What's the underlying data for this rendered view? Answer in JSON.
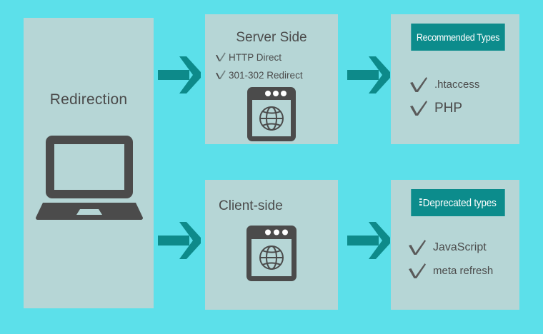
{
  "colors": {
    "background": "#5ce0ea",
    "panel": "#b6d6d6",
    "banner": "#0c8c8c",
    "arrow": "#0d8a8a",
    "icon": "#4b4b4b",
    "text": "#4b4b4b"
  },
  "source": {
    "title": "Redirection",
    "icon": "laptop-icon"
  },
  "branches": [
    {
      "title": "Server Side",
      "icon": "browser-globe-icon",
      "items": [
        "HTTP Direct",
        "301-302 Redirect"
      ],
      "result": {
        "banner": "Recommended Types",
        "items": [
          ".htaccess",
          "PHP"
        ]
      }
    },
    {
      "title": "Client-side",
      "icon": "browser-globe-icon",
      "items": [],
      "result": {
        "banner": "Deprecated types",
        "items": [
          "JavaScript",
          "meta refresh"
        ]
      }
    }
  ],
  "arrows": {
    "server_in": "arrow-right-icon",
    "server_out": "arrow-right-icon",
    "client_in": "arrow-right-icon",
    "client_out": "arrow-right-icon"
  }
}
